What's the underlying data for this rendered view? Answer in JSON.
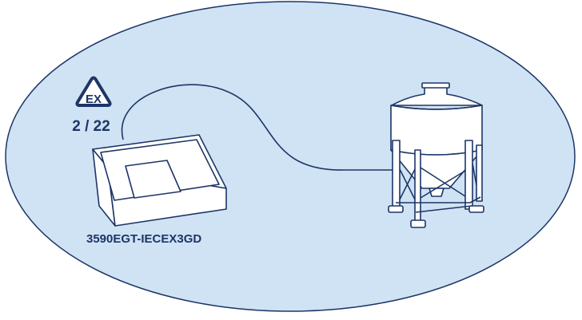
{
  "diagram": {
    "atex_badge": {
      "symbol": "EX",
      "zones": "2 / 22"
    },
    "terminal": {
      "model": "3590EGT-IECEX3GD"
    },
    "colors": {
      "zone_fill": "#cfe3f4",
      "outline": "#1d3567",
      "device_fill": "#ffffff"
    },
    "icons": [
      "atex-warning-triangle-icon",
      "weighing-terminal-icon",
      "cable-icon",
      "silo-tank-icon"
    ]
  }
}
